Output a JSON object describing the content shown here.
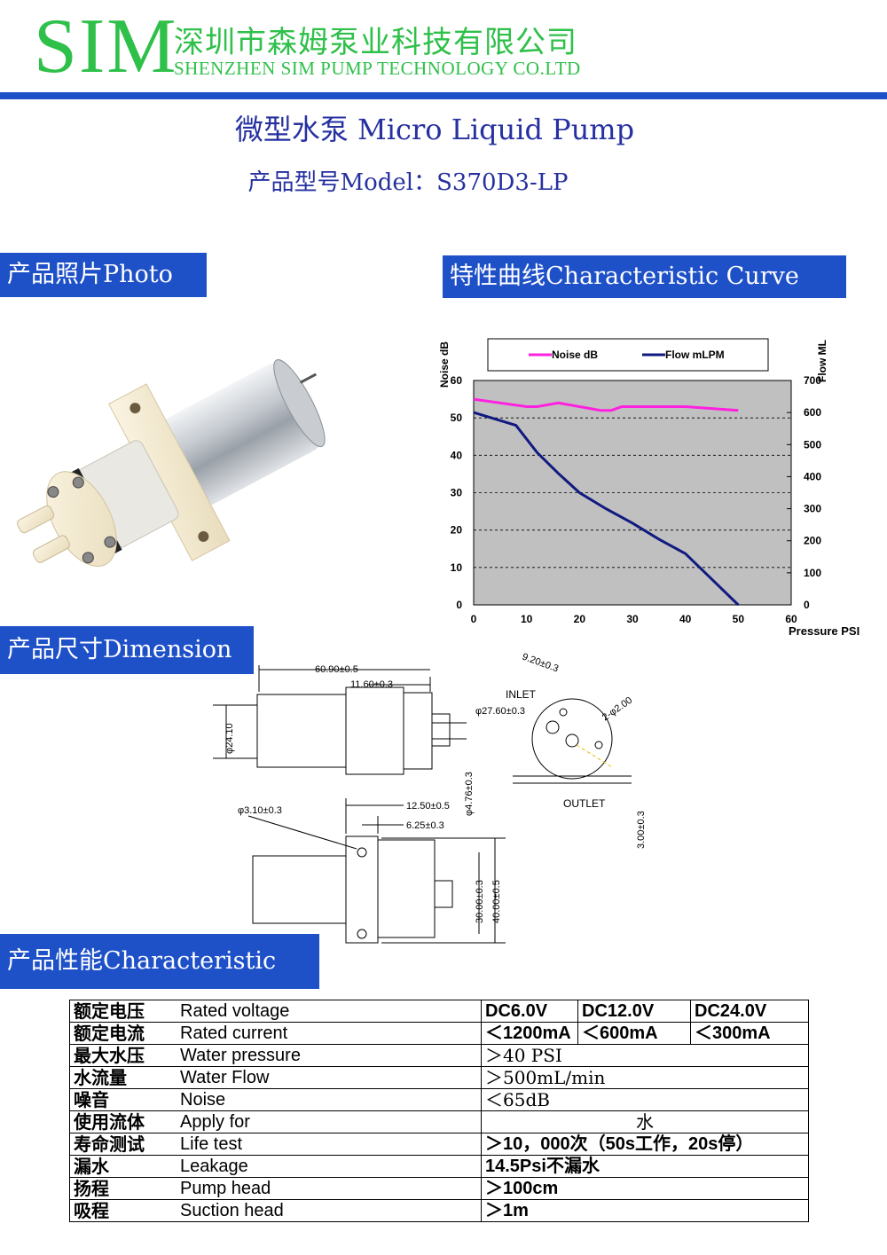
{
  "header": {
    "logo": "SIM",
    "company_cn": "深圳市森姆泵业科技有限公司",
    "company_en": "SHENZHEN SIM PUMP TECHNOLOGY CO.LTD",
    "accent_color": "#2fc04a",
    "bar_color": "#1e50c8"
  },
  "title": {
    "main": "微型水泵 Micro Liquid Pump",
    "model": "产品型号Model：S370D3-LP"
  },
  "sections": {
    "photo": "产品照片Photo",
    "curve": "特性曲线Characteristic Curve",
    "dimension": "产品尺寸Dimension",
    "characteristic": "产品性能Characteristic"
  },
  "chart_data": {
    "type": "line",
    "xlabel": "Pressure PSI",
    "ylabel": "Noise dB",
    "y2label": "Flow ML",
    "xlim": [
      0,
      60
    ],
    "ylim": [
      0,
      60
    ],
    "y2lim": [
      0,
      700
    ],
    "x_ticks": [
      0,
      10,
      20,
      30,
      40,
      50,
      60
    ],
    "y_ticks": [
      0,
      10,
      20,
      30,
      40,
      50,
      60
    ],
    "y2_ticks": [
      0,
      100,
      200,
      300,
      400,
      500,
      600,
      700
    ],
    "grid": true,
    "legend_position": "top",
    "series": [
      {
        "name": "Noise dB",
        "axis": "left",
        "color": "#ff20e0",
        "x": [
          0,
          5,
          10,
          12,
          16,
          20,
          24,
          26,
          28,
          35,
          40,
          45,
          50
        ],
        "y": [
          55,
          54,
          53,
          53,
          54,
          53,
          52,
          52,
          53,
          53,
          53,
          52.5,
          52
        ]
      },
      {
        "name": "Flow mLPM",
        "axis": "right",
        "color": "#101a80",
        "x": [
          0,
          8,
          12,
          16,
          20,
          25,
          30,
          35,
          40,
          45,
          50
        ],
        "y": [
          600,
          560,
          475,
          410,
          350,
          300,
          255,
          205,
          160,
          80,
          0
        ]
      }
    ]
  },
  "dimension_labels": {
    "length": "60.90±0.5",
    "head": "11.60±0.3",
    "diameter": "φ24.10",
    "port": "φ4.76±0.3",
    "mount_len": "12.50±0.5",
    "mount_half": "6.25±0.3",
    "hole": "φ3.10±0.3",
    "height_inner": "30.00±0.3",
    "height_outer": "40.00±0.5",
    "inlet": "INLET",
    "outlet": "OUTLET",
    "port_pitch": "9.20±0.3",
    "head_dia": "φ27.60±0.3",
    "screw": "2-φ2.00",
    "thickness": "3.00±0.3"
  },
  "specs": {
    "rows": [
      {
        "cn": "额定电压",
        "en": "Rated voltage",
        "values": [
          "DC6.0V",
          "DC12.0V",
          "DC24.0V"
        ]
      },
      {
        "cn": "额定电流",
        "en": "Rated current",
        "values": [
          "＜1200mA",
          "＜600mA",
          "＜300mA"
        ]
      },
      {
        "cn": "最大水压",
        "en": "Water pressure",
        "value": "＞40 PSI"
      },
      {
        "cn": "水流量",
        "en": "Water Flow",
        "value": "＞500mL/min"
      },
      {
        "cn": "噪音",
        "en": "Noise",
        "value": "＜65dB"
      },
      {
        "cn": "使用流体",
        "en": "Apply for",
        "value": "水"
      },
      {
        "cn": "寿命测试",
        "en": "Life test",
        "value": "＞10，000次（50s工作，20s停）"
      },
      {
        "cn": "漏水",
        "en": "Leakage",
        "value": "14.5Psi不漏水"
      },
      {
        "cn": "扬程",
        "en": "Pump head",
        "value": "＞100cm"
      },
      {
        "cn": "吸程",
        "en": "Suction head",
        "value": "＞1m"
      }
    ]
  }
}
